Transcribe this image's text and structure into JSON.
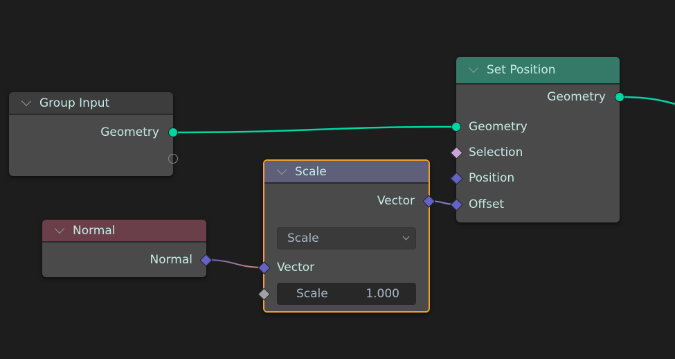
{
  "nodes": {
    "group_input": {
      "title": "Group Input",
      "outputs": [
        "Geometry"
      ]
    },
    "set_position": {
      "title": "Set Position",
      "outputs": [
        "Geometry"
      ],
      "inputs": [
        "Geometry",
        "Selection",
        "Position",
        "Offset"
      ]
    },
    "scale": {
      "title": "Scale",
      "outputs": [
        "Vector"
      ],
      "operation": "Scale",
      "inputs": [
        "Vector"
      ],
      "scale_label": "Scale",
      "scale_value": "1.000"
    },
    "normal": {
      "title": "Normal",
      "outputs": [
        "Normal"
      ]
    }
  },
  "colors": {
    "geometry": "#00d6a3",
    "vector": "#6363c7",
    "field": "#c9a5d8",
    "selected_border": "#f0a030"
  }
}
